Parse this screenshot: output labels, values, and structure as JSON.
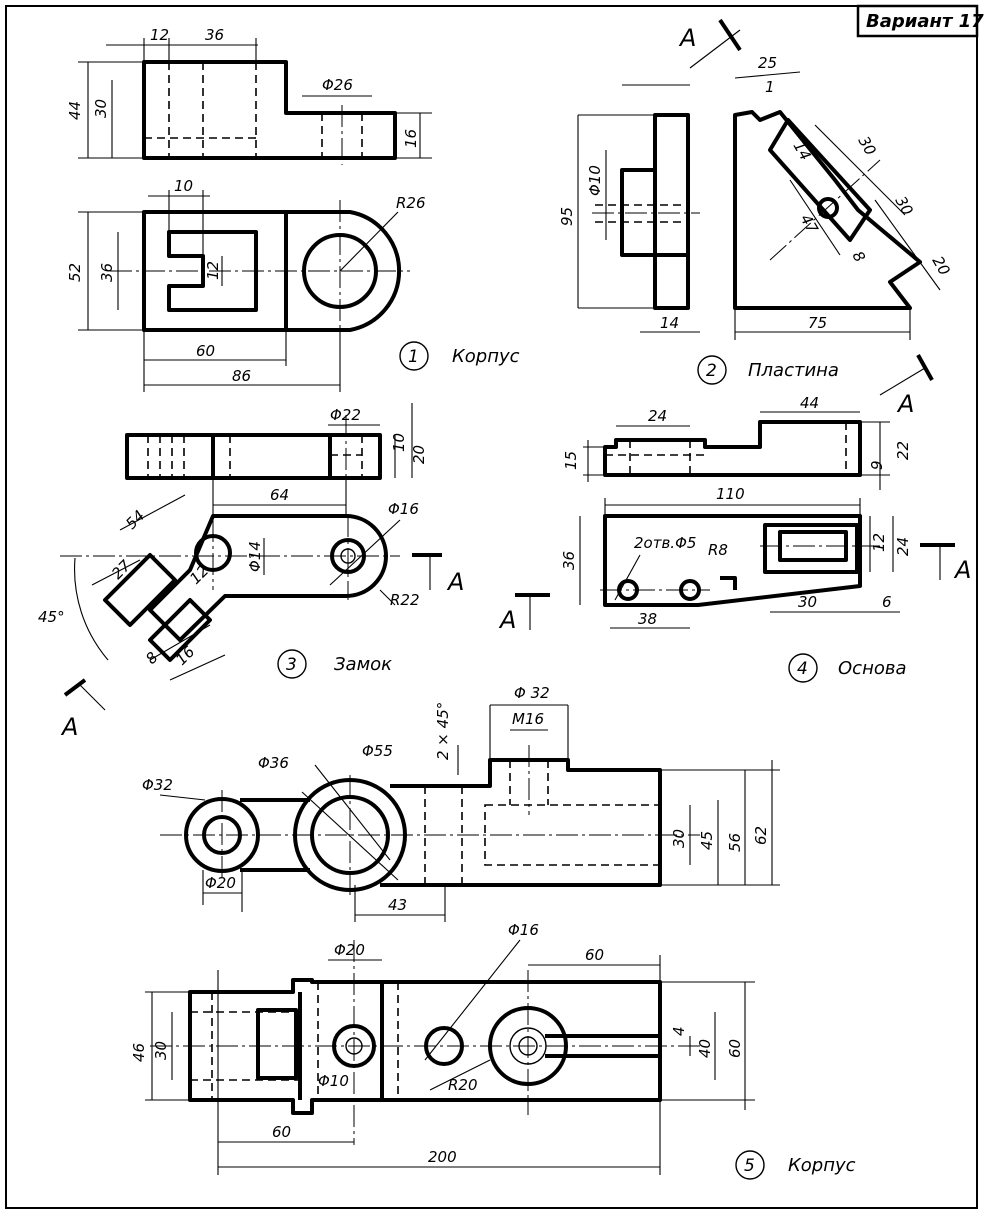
{
  "variant": "Вариант 17",
  "parts": [
    {
      "number": "1",
      "name": "Корпус"
    },
    {
      "number": "2",
      "name": "Пластина"
    },
    {
      "number": "3",
      "name": "Замок"
    },
    {
      "number": "4",
      "name": "Основа"
    },
    {
      "number": "5",
      "name": "Корпус"
    }
  ],
  "section_label": "A",
  "dims": {
    "p1": [
      "12",
      "36",
      "44",
      "30",
      "Φ26",
      "16",
      "10",
      "R26",
      "52",
      "36",
      "12",
      "60",
      "86"
    ],
    "p2": [
      "25",
      "1",
      "30",
      "14",
      "30",
      "47",
      "8",
      "20",
      "Φ10",
      "95",
      "14",
      "75"
    ],
    "p3": [
      "Φ22",
      "10",
      "20",
      "64",
      "Φ16",
      "54",
      "27",
      "12",
      "Φ14",
      "45°",
      "8",
      "16",
      "R22"
    ],
    "p4": [
      "24",
      "44",
      "15",
      "22",
      "9",
      "110",
      "36",
      "2отв.Φ5",
      "R8",
      "12",
      "24",
      "38",
      "30",
      "6"
    ],
    "p5": [
      "Φ 32",
      "M16",
      "2 × 45°",
      "Φ32",
      "Φ36",
      "Φ55",
      "30",
      "45",
      "56",
      "62",
      "Φ20",
      "43",
      "Φ20",
      "Φ16",
      "60",
      "46",
      "30",
      "4",
      "40",
      "60",
      "Φ10",
      "R20",
      "60",
      "200"
    ]
  }
}
